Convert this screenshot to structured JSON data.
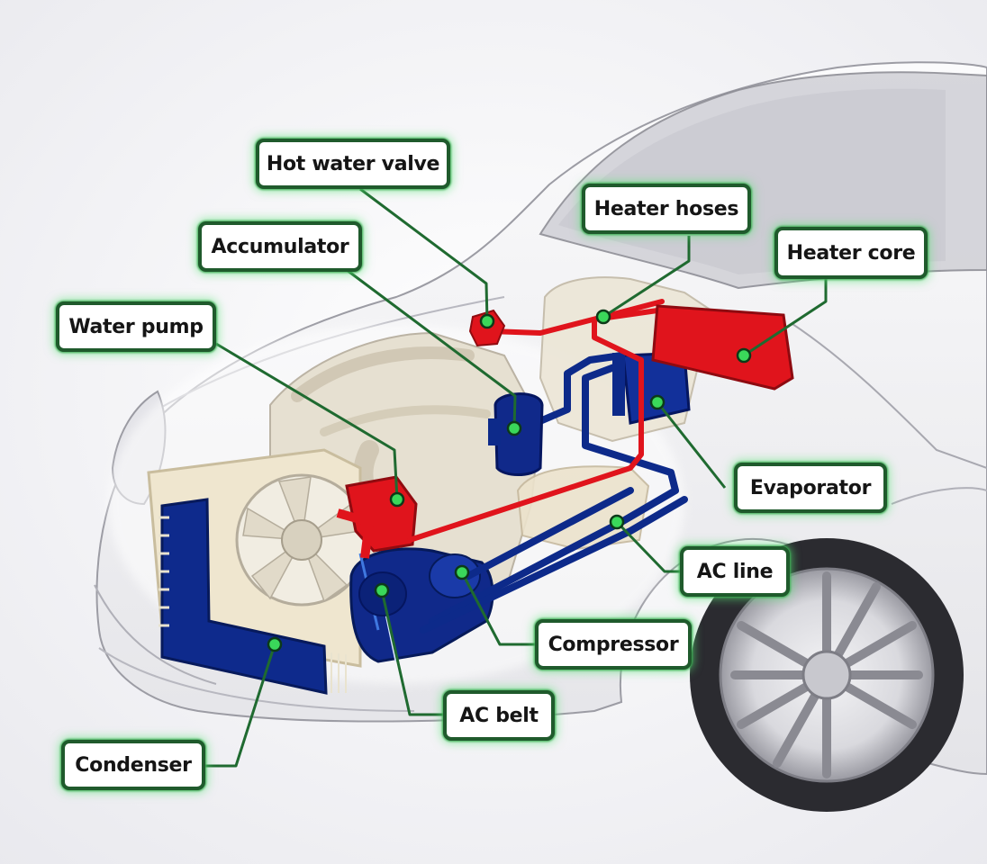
{
  "labels": {
    "hot_water_valve": "Hot water valve",
    "heater_hoses": "Heater hoses",
    "heater_core": "Heater core",
    "accumulator": "Accumulator",
    "water_pump": "Water pump",
    "evaporator": "Evaporator",
    "ac_line": "AC line",
    "compressor": "Compressor",
    "ac_belt": "AC belt",
    "condenser": "Condenser"
  },
  "colors": {
    "refrigerant_circuit": "#0d2a8a",
    "coolant_circuit": "#e0141c",
    "callout_border": "#1f5a2c",
    "leader_line": "#1f6a30",
    "marker_dot": "#3ad85a"
  }
}
